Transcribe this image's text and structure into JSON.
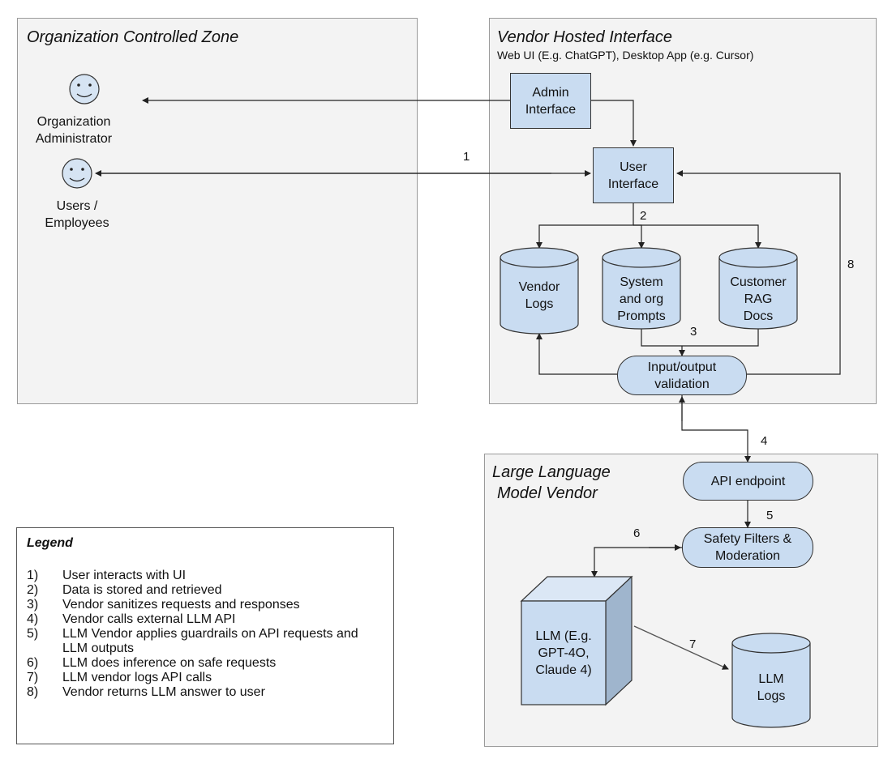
{
  "zones": {
    "org": {
      "title": "Organization Controlled Zone"
    },
    "vendor": {
      "title": "Vendor Hosted Interface",
      "subtitle": "Web UI (E.g. ChatGPT), Desktop App (e.g. Cursor)"
    },
    "llm": {
      "title_line1": "Large Language",
      "title_line2": "Model Vendor"
    }
  },
  "actors": {
    "admin": {
      "line1": "Organization",
      "line2": "Administrator"
    },
    "users": {
      "line1": "Users /",
      "line2": "Employees"
    }
  },
  "nodes": {
    "admin_interface": {
      "line1": "Admin",
      "line2": "Interface"
    },
    "user_interface": {
      "line1": "User",
      "line2": "Interface"
    },
    "vendor_logs": {
      "line1": "Vendor",
      "line2": "Logs"
    },
    "system_prompts": {
      "line1": "System",
      "line2": "and org",
      "line3": "Prompts"
    },
    "customer_rag": {
      "line1": "Customer",
      "line2": "RAG",
      "line3": "Docs"
    },
    "io_validation": {
      "line1": "Input/output",
      "line2": "validation"
    },
    "api_endpoint": {
      "label": "API endpoint"
    },
    "safety_filters": {
      "line1": "Safety Filters &",
      "line2": "Moderation"
    },
    "llm": {
      "line1": "LLM (E.g.",
      "line2": "GPT-4O,",
      "line3": "Claude 4)"
    },
    "llm_logs": {
      "line1": "LLM",
      "line2": "Logs"
    }
  },
  "step_numbers": {
    "s1": "1",
    "s2": "2",
    "s3": "3",
    "s4": "4",
    "s5": "5",
    "s6": "6",
    "s7": "7",
    "s8": "8"
  },
  "legend": {
    "title": "Legend",
    "items": [
      {
        "n": "1)",
        "text": "User interacts with UI"
      },
      {
        "n": "2)",
        "text": "Data is stored and retrieved"
      },
      {
        "n": "3)",
        "text": "Vendor sanitizes requests and responses"
      },
      {
        "n": "4)",
        "text": "Vendor calls external LLM API"
      },
      {
        "n": "5)",
        "text": "LLM Vendor applies guardrails on API requests and LLM outputs"
      },
      {
        "n": "6)",
        "text": "LLM does inference on safe requests"
      },
      {
        "n": "7)",
        "text": "LLM vendor logs API calls"
      },
      {
        "n": "8)",
        "text": "Vendor returns LLM answer to user"
      }
    ]
  },
  "colors": {
    "node_fill": "#c9dcf1",
    "zone_fill": "#f3f3f3",
    "cube_side": "#9fb5cd",
    "cube_top": "#dbe7f5",
    "actor_fill": "#d6e4f3"
  }
}
